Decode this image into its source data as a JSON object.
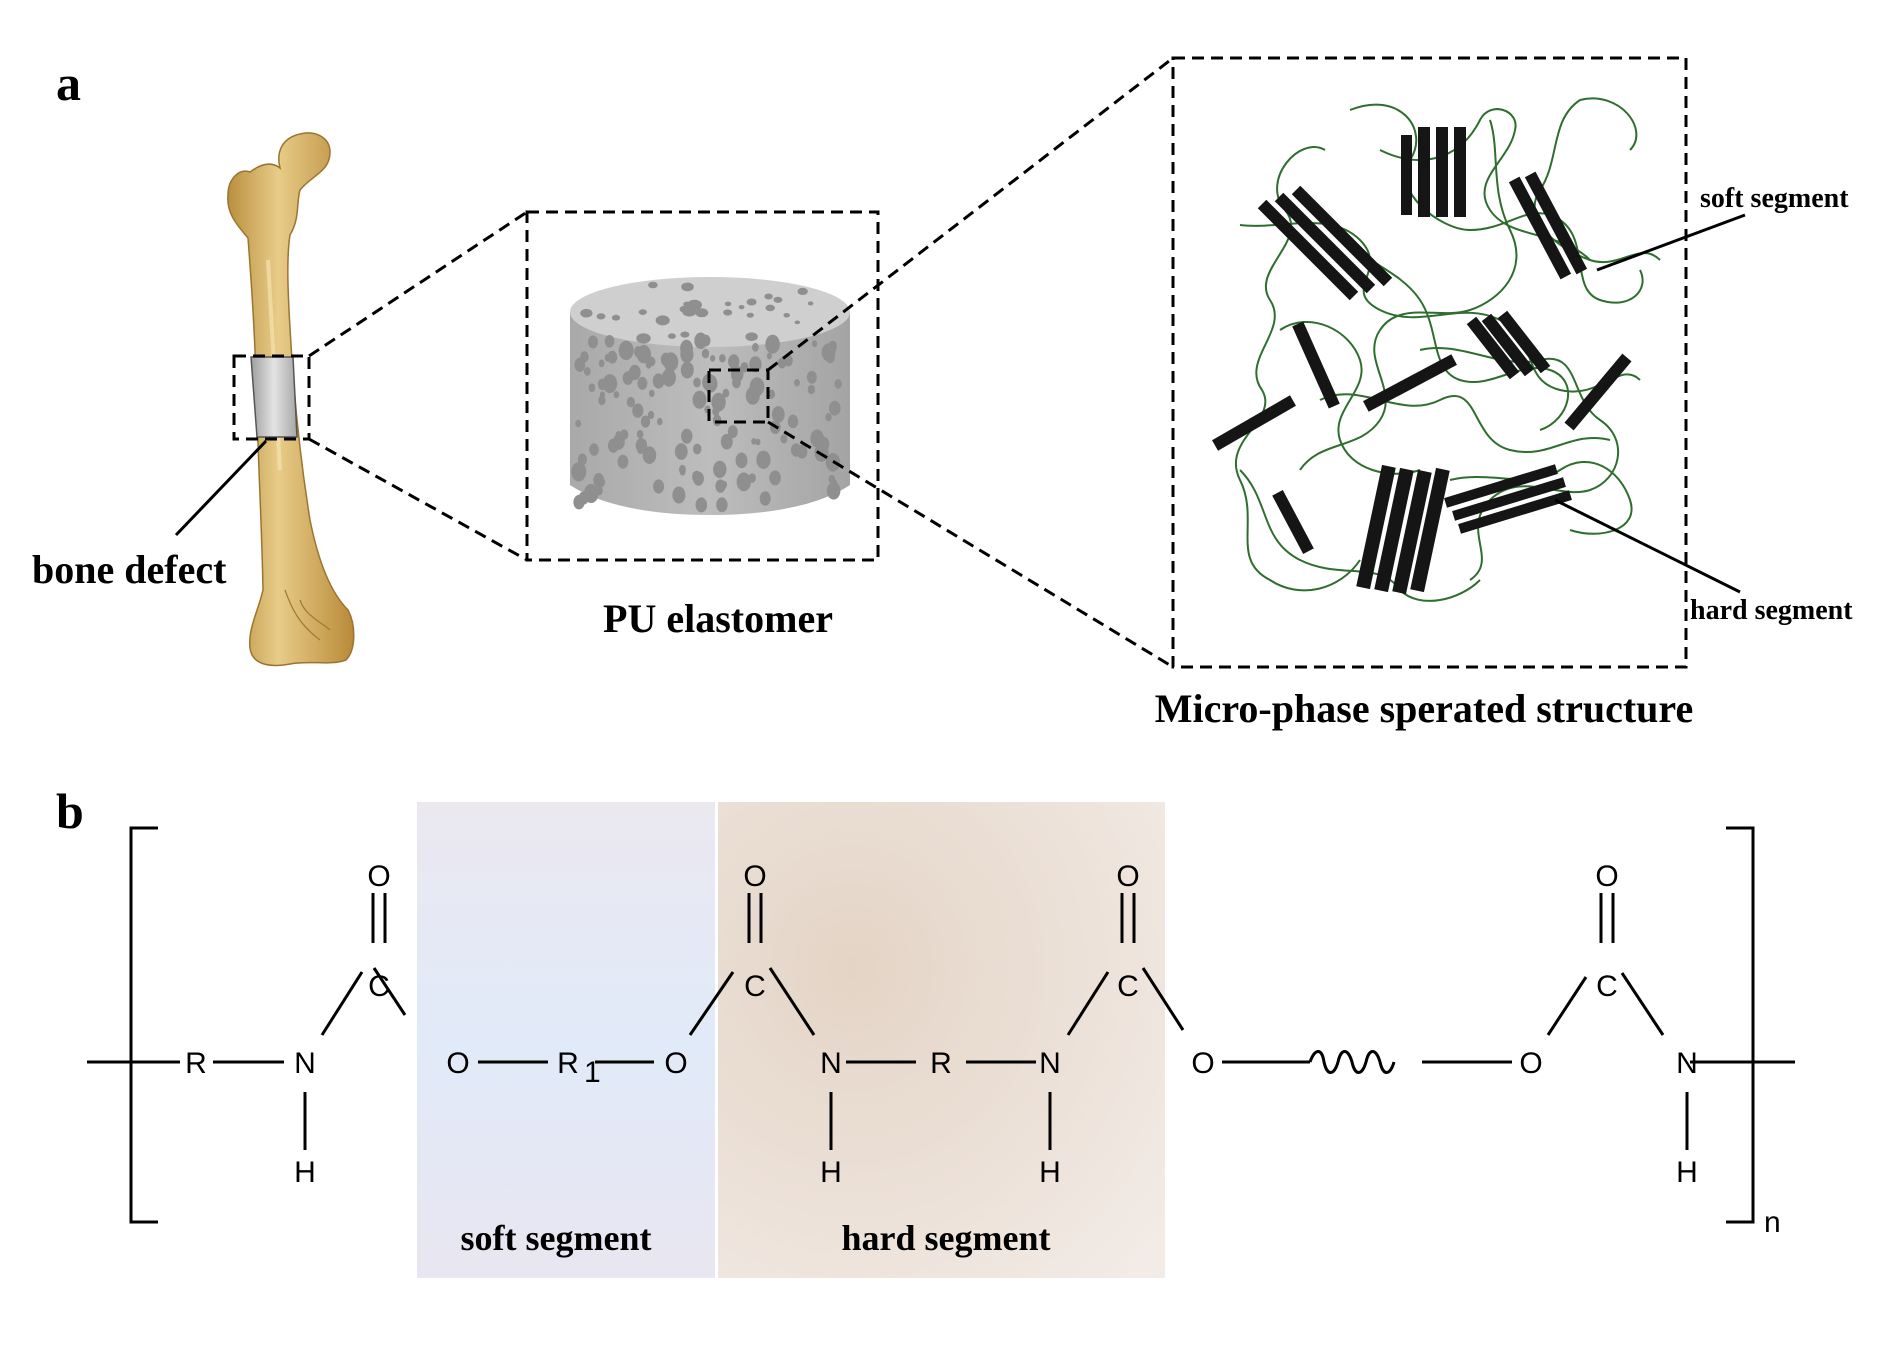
{
  "panel_a": {
    "label": "a",
    "bone_defect_label": "bone defect",
    "pu_label": "PU elastomer",
    "micro_label": "Micro-phase sperated structure",
    "soft_segment_label": "soft segment",
    "hard_segment_label": "hard segment",
    "colors": {
      "bone": "#d9b56a",
      "scaffold": "#b4b4b4",
      "soft_chain": "#2f6e2f",
      "hard_block": "#151515"
    }
  },
  "panel_b": {
    "label": "b",
    "soft_segment_label": "soft segment",
    "hard_segment_label": "hard segment",
    "repeat_subscript": "n",
    "atoms": {
      "R": "R",
      "N": "N",
      "H": "H",
      "C": "C",
      "O": "O",
      "R1": "R",
      "R1_sub": "1"
    },
    "colors": {
      "soft_bg": "#e2e9f8",
      "hard_bg": "#eadcd1"
    }
  }
}
